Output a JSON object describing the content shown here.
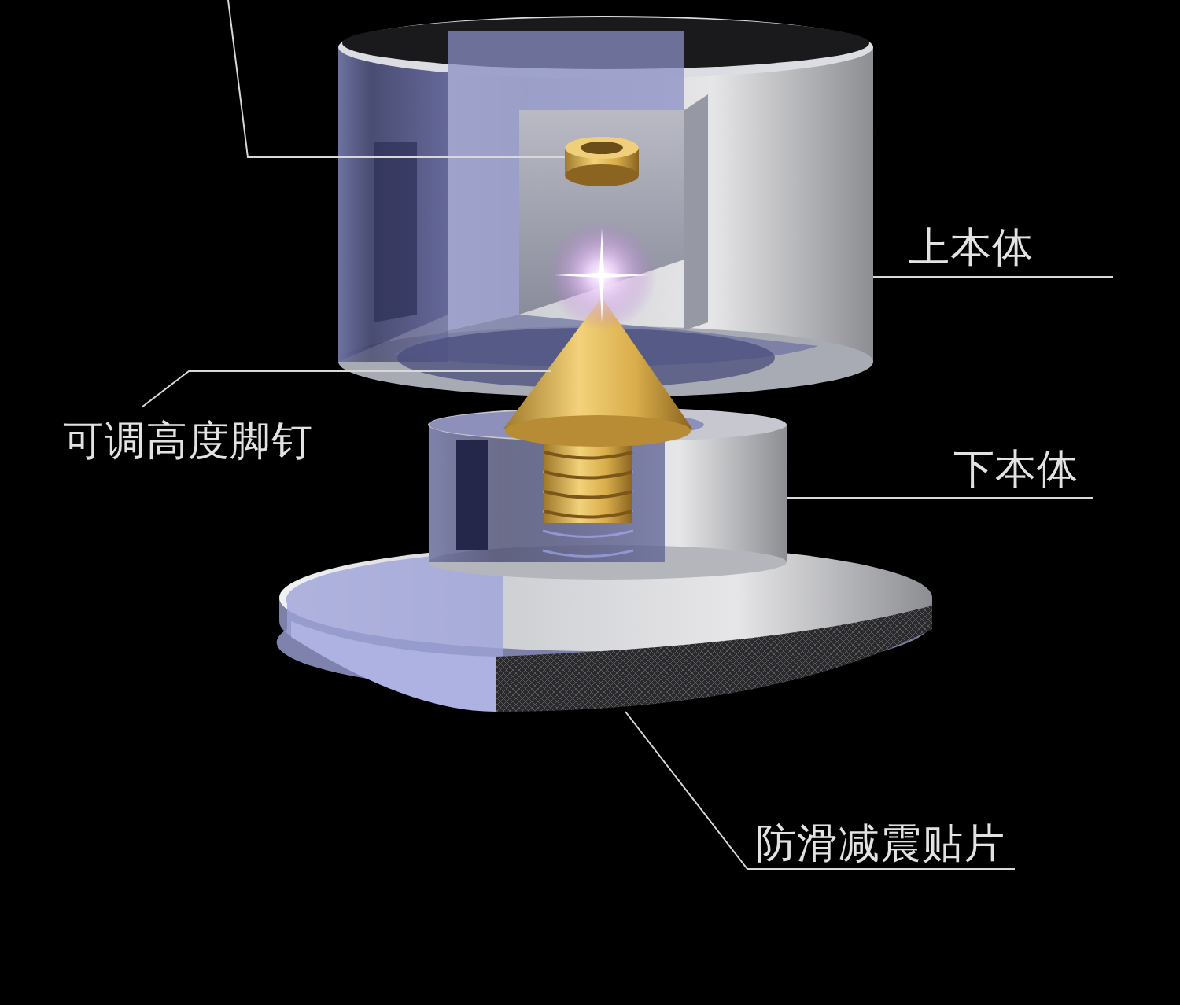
{
  "diagram": {
    "labels": [
      "上本体",
      "可调高度脚钉",
      "下本体",
      "防滑减震贴片"
    ]
  }
}
